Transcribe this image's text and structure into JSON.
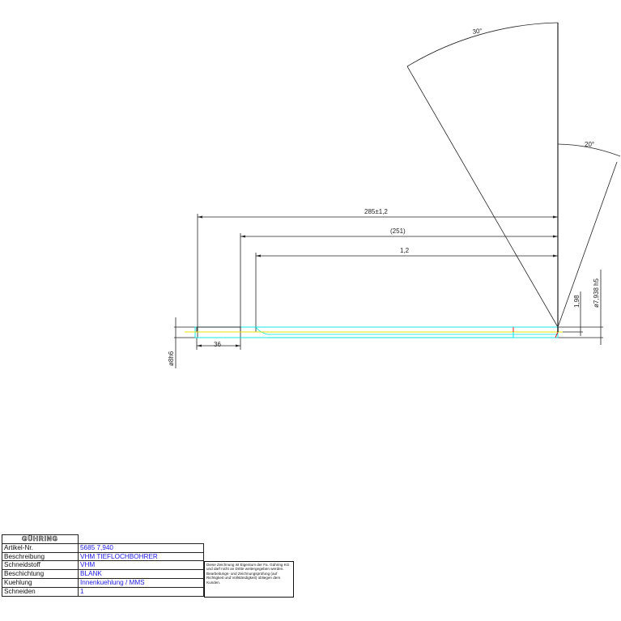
{
  "drawing": {
    "dimensions": {
      "overall_length": "285±1,2",
      "flute_length_ref": "(251)",
      "flute_tol": "1,2",
      "shank_length": "36",
      "shank_dia": "ø8h6",
      "tip_dim": "1,98",
      "tip_dia": "ø7,938 h5",
      "point_angle_1": "30°",
      "point_angle_2": "20°"
    },
    "colors": {
      "outline": "#00e5e5",
      "centerline": "#e5e500",
      "red_mark": "#e02020",
      "dim": "#222222",
      "value_text": "#2020e0"
    }
  },
  "title_block": {
    "logo": "GÜHRING",
    "rows": [
      {
        "label": "Artikel-Nr.",
        "value": "5685 7,940"
      },
      {
        "label": "Beschreibung",
        "value": "VHM  TIEFLOCHBOHRER"
      },
      {
        "label": "Schneidstoff",
        "value": "VHM"
      },
      {
        "label": "Beschichtung",
        "value": "BLANK"
      },
      {
        "label": "Kuehlung",
        "value": "Innenkuehlung  /  MMS"
      },
      {
        "label": "Schneiden",
        "value": "1"
      }
    ],
    "notice": "Diese Zeichnung ist Eigentum der Fa. Gühring KG und darf nicht an Dritte weitergegeben werden. Bearbeitungs- und Zeichnungsprüfung (auf Richtigkeit und Vollständigkeit) obliegen dem Kunden."
  }
}
